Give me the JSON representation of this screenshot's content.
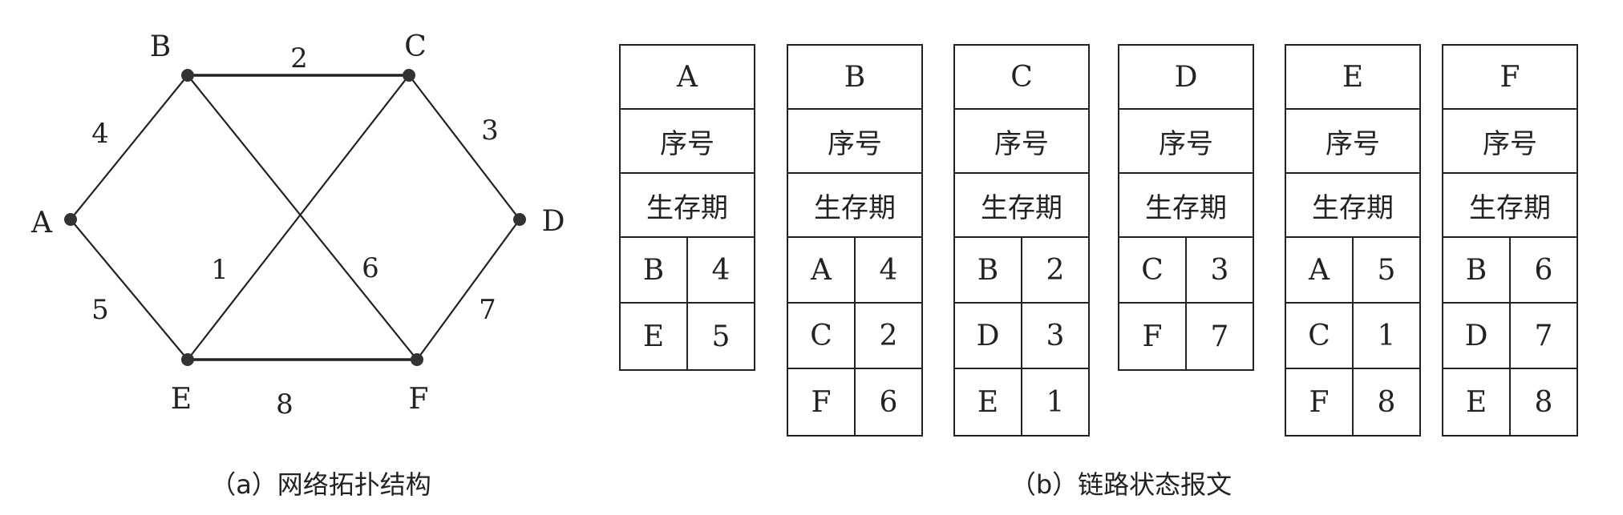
{
  "topology": {
    "caption": "（a）网络拓扑结构",
    "nodes": [
      {
        "id": "A",
        "label": "A"
      },
      {
        "id": "B",
        "label": "B"
      },
      {
        "id": "C",
        "label": "C"
      },
      {
        "id": "D",
        "label": "D"
      },
      {
        "id": "E",
        "label": "E"
      },
      {
        "id": "F",
        "label": "F"
      }
    ],
    "edges": [
      {
        "from": "B",
        "to": "C",
        "weight": "2"
      },
      {
        "from": "A",
        "to": "B",
        "weight": "4"
      },
      {
        "from": "C",
        "to": "D",
        "weight": "3"
      },
      {
        "from": "C",
        "to": "E",
        "weight": "1"
      },
      {
        "from": "B",
        "to": "F",
        "weight": "6"
      },
      {
        "from": "A",
        "to": "E",
        "weight": "5"
      },
      {
        "from": "D",
        "to": "F",
        "weight": "7"
      },
      {
        "from": "E",
        "to": "F",
        "weight": "8"
      }
    ]
  },
  "packets": {
    "caption": "（b）链路状态报文",
    "seq_label": "序号",
    "age_label": "生存期",
    "list": [
      {
        "router": "A",
        "links": [
          [
            "B",
            "4"
          ],
          [
            "E",
            "5"
          ]
        ]
      },
      {
        "router": "B",
        "links": [
          [
            "A",
            "4"
          ],
          [
            "C",
            "2"
          ],
          [
            "F",
            "6"
          ]
        ]
      },
      {
        "router": "C",
        "links": [
          [
            "B",
            "2"
          ],
          [
            "D",
            "3"
          ],
          [
            "E",
            "1"
          ]
        ]
      },
      {
        "router": "D",
        "links": [
          [
            "C",
            "3"
          ],
          [
            "F",
            "7"
          ]
        ]
      },
      {
        "router": "E",
        "links": [
          [
            "A",
            "5"
          ],
          [
            "C",
            "1"
          ],
          [
            "F",
            "8"
          ]
        ]
      },
      {
        "router": "F",
        "links": [
          [
            "B",
            "6"
          ],
          [
            "D",
            "7"
          ],
          [
            "E",
            "8"
          ]
        ]
      }
    ]
  }
}
